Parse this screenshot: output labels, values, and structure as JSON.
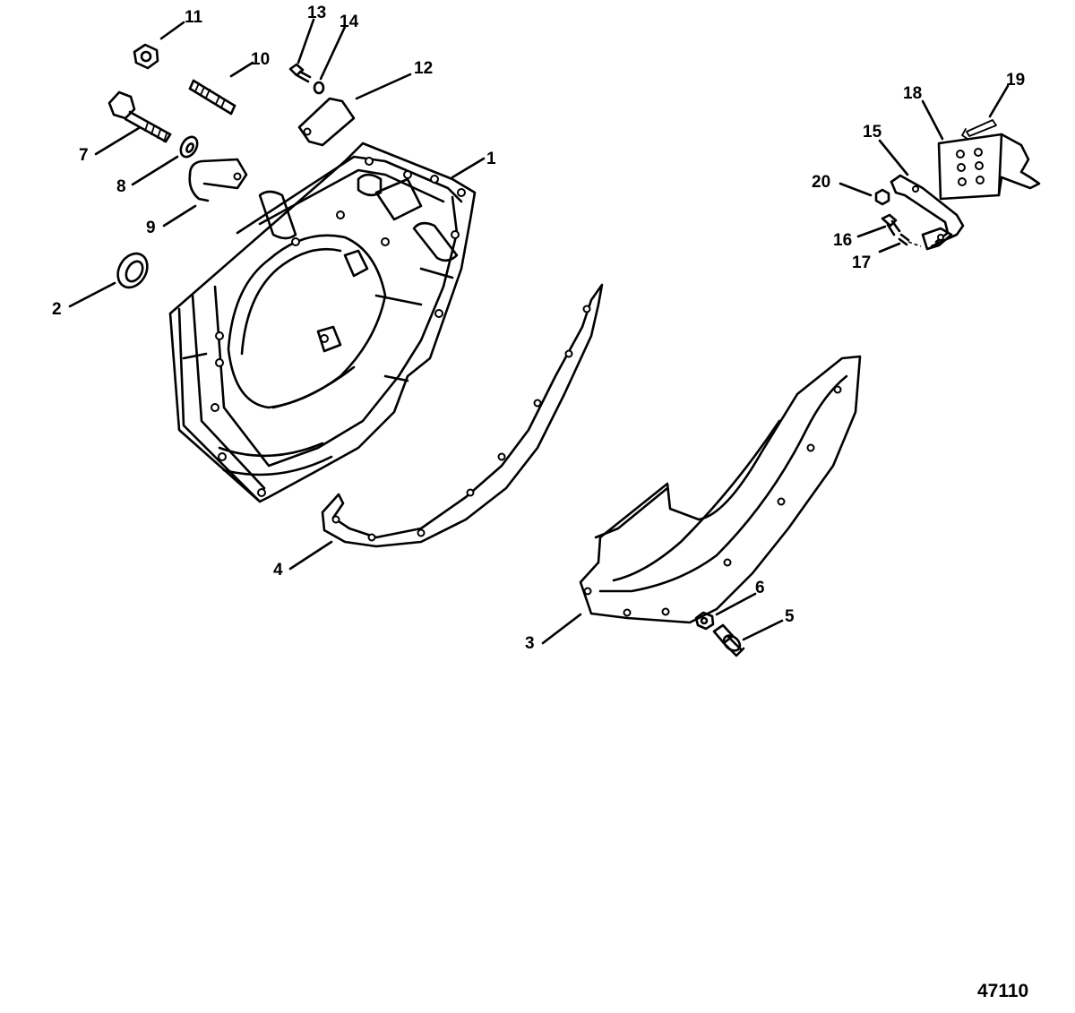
{
  "callouts": [
    "1",
    "2",
    "3",
    "4",
    "5",
    "6",
    "7",
    "8",
    "9",
    "10",
    "11",
    "12",
    "13",
    "14",
    "15",
    "16",
    "17",
    "18",
    "19",
    "20"
  ],
  "figure_ref": "47110"
}
